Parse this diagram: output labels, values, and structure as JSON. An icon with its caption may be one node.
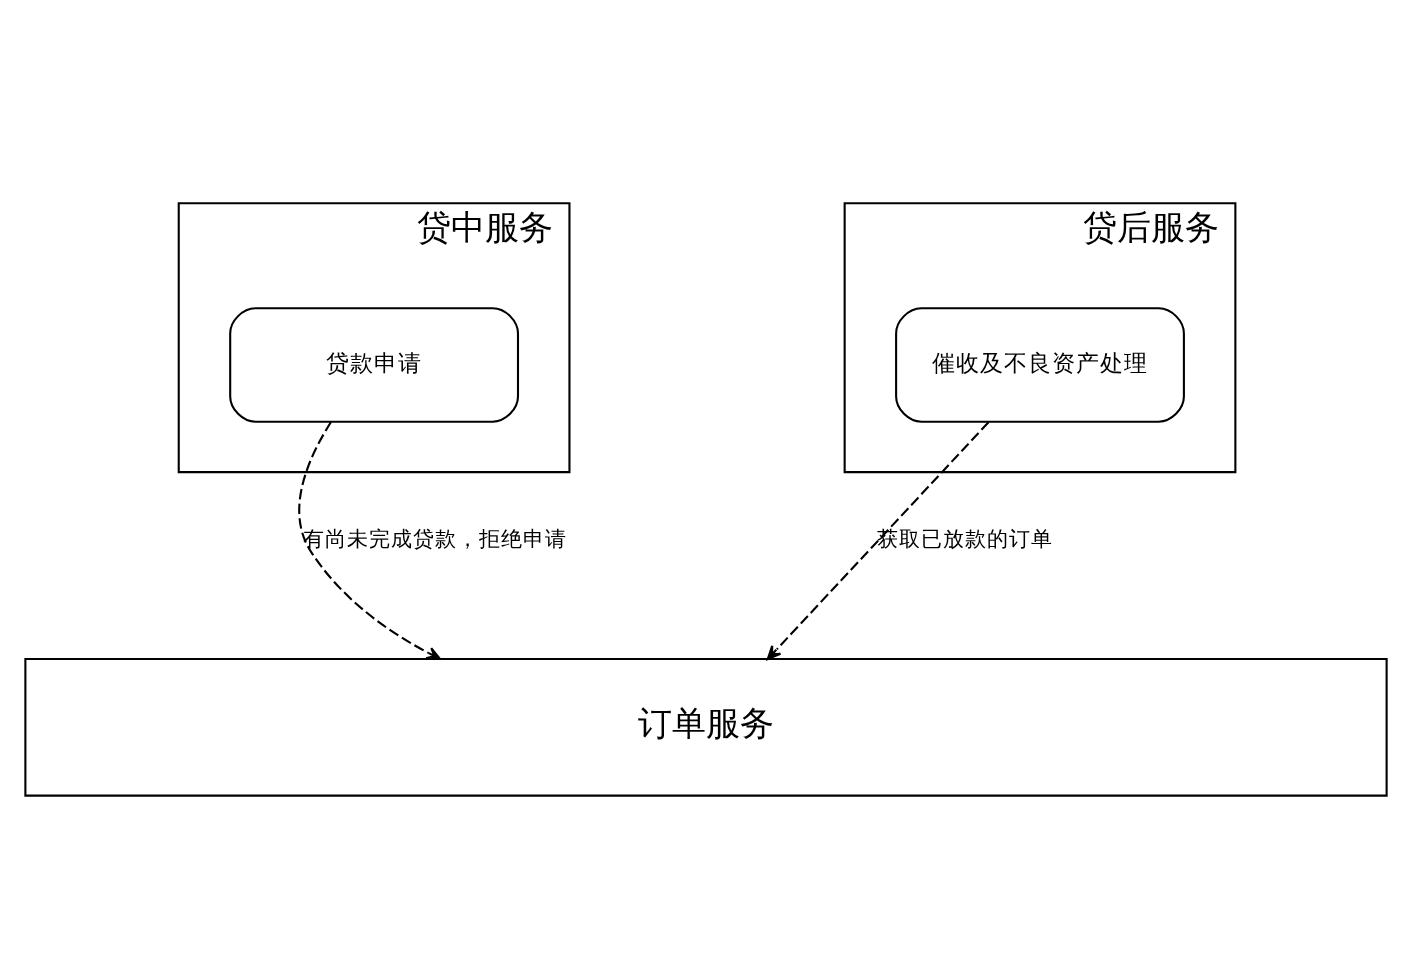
{
  "diagram": {
    "nodes": [
      {
        "text": [
          "贷中服务"
        ]
      },
      {
        "text": [
          "贷款申请"
        ],
        "in": 0
      },
      {
        "text": [
          "贷后服务"
        ]
      },
      {
        "text": [
          "催收及不良资产处理"
        ],
        "in": 2
      },
      {
        "text": [
          "订单服务"
        ]
      }
    ],
    "edges": [
      {
        "from": 1,
        "to": 4,
        "arrow": "to",
        "label": "有尚未完成贷款，拒绝申请",
        "style": "dashed"
      },
      {
        "from": 3,
        "to": 4,
        "arrow": "to",
        "label": "获取已放款的订单",
        "style": "dashed"
      }
    ]
  }
}
